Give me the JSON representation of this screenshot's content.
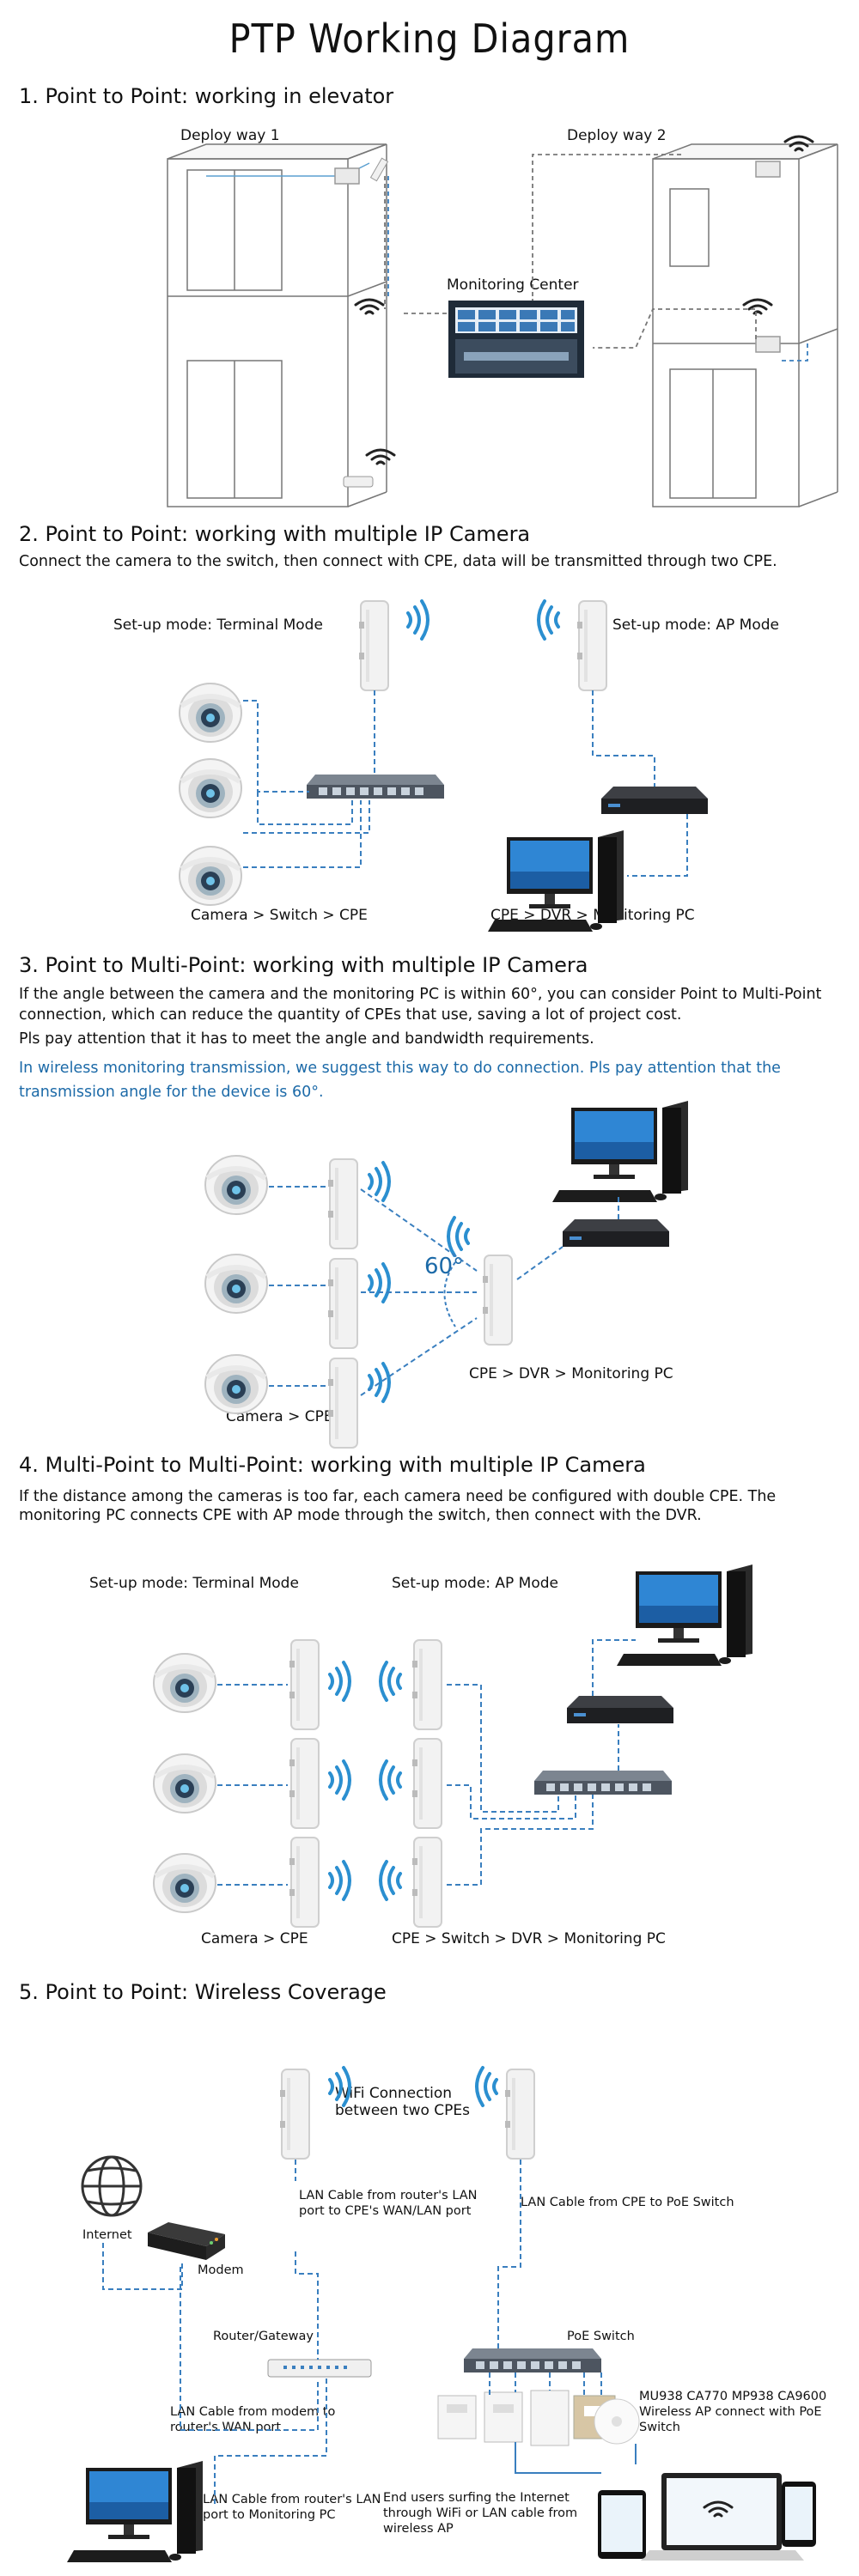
{
  "title": "PTP Working Diagram",
  "sections": [
    {
      "heading": "1. Point to Point: working in elevator"
    },
    {
      "heading": "2. Point to Point: working with multiple IP Camera",
      "desc": "Connect the camera to the switch, then connect with CPE, data will be transmitted through two CPE."
    },
    {
      "heading": "3. Point to Multi-Point: working with multiple IP Camera",
      "desc1": "If the angle between the camera and the monitoring PC is within 60°, you can consider Point to Multi-Point connection, which can reduce the quantity of CPEs that use, saving a lot of project cost.",
      "desc2": "Pls pay attention that it has to meet the angle and bandwidth requirements.",
      "desc3": "In wireless monitoring transmission, we suggest this way to do connection. Pls pay attention that the transmission angle for the device is 60°."
    },
    {
      "heading": "4. Multi-Point to Multi-Point: working with multiple IP Camera",
      "desc": "If the distance among the cameras is too far, each camera need be configured with double CPE. The monitoring PC connects CPE with AP mode through the switch, then connect with the DVR."
    },
    {
      "heading": "5. Point to Point: Wireless Coverage"
    }
  ],
  "s1": {
    "deploy1": "Deploy way 1",
    "deploy2": "Deploy way 2",
    "center": "Monitoring Center"
  },
  "s2": {
    "terminal": "Set-up mode: Terminal Mode",
    "ap": "Set-up mode: AP Mode",
    "left_caption": "Camera > Switch > CPE",
    "right_caption": "CPE > DVR > Monitoring PC"
  },
  "s3": {
    "angle": "60°",
    "left_caption": "Camera > CPE",
    "right_caption": "CPE > DVR > Monitoring PC"
  },
  "s4": {
    "terminal": "Set-up mode: Terminal Mode",
    "ap": "Set-up mode: AP Mode",
    "left_caption": "Camera > CPE",
    "right_caption": "CPE > Switch > DVR > Monitoring PC"
  },
  "s5": {
    "wifi": "WiFi Connection between two CPEs",
    "lan_router_cpe": "LAN Cable from router's LAN port to CPE's WAN/LAN port",
    "lan_cpe_poe": "LAN Cable from CPE to PoE Switch",
    "internet": "Internet",
    "modem": "Modem",
    "router": "Router/Gateway",
    "poe": "PoE Switch",
    "lan_modem": "LAN Cable from modem to router's WAN port",
    "lan_pc": "LAN Cable from router's LAN port to Monitoring PC",
    "ap_models": "MU938 CA770 MP938 CA9600 Wireless AP connect with PoE Switch",
    "end_users": "End users surfing the Internet through WiFi or LAN cable from wireless AP"
  },
  "colors": {
    "line": "#3a7fbf",
    "wifi": "#2b8fd0",
    "gray_line": "#777777"
  }
}
